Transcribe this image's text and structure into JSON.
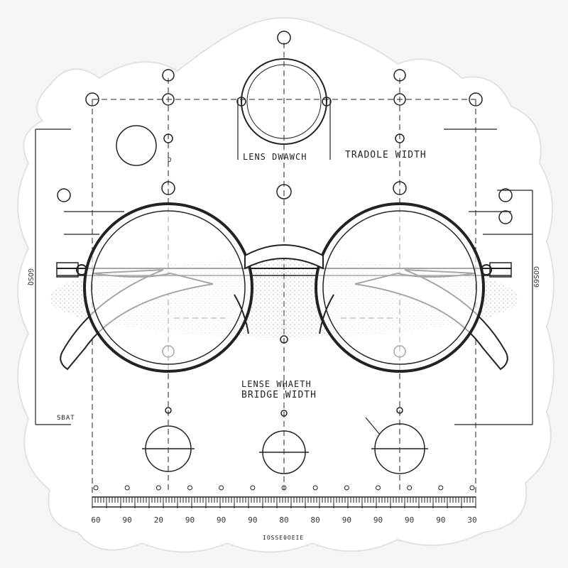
{
  "labels": {
    "lens_diameter": "LENS DWAWCH",
    "temple_width": "TRADOLE WIDTH",
    "left_fragment": "D",
    "lens_width": "LENSE WHAETH",
    "bridge_width": "BRIDGE WIDTH",
    "side_left": "GOSQ",
    "side_right": "GOS69",
    "bottom_left": "SBAT",
    "scale_caption": "IOSSE0OEIE"
  },
  "ruler_ticks": [
    "60",
    "90",
    "20",
    "90",
    "90",
    "90",
    "80",
    "80",
    "90",
    "90",
    "90",
    "90",
    "30"
  ],
  "colors": {
    "ink": "#222222",
    "paper": "#ffffff",
    "background": "#f5f5f5"
  }
}
